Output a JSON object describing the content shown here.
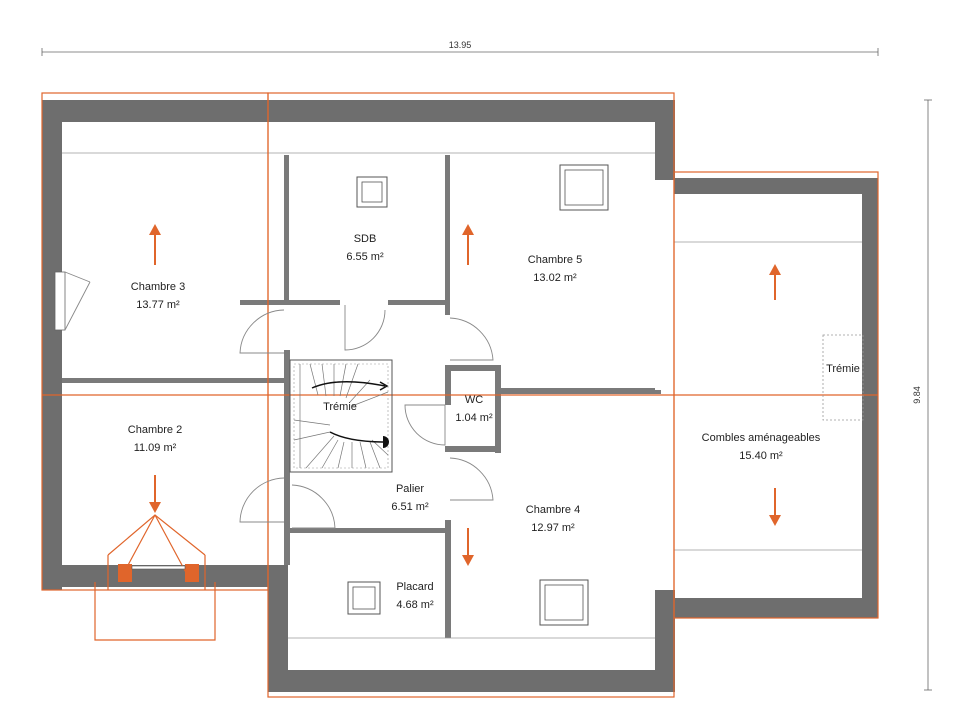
{
  "dimensions": {
    "width_label": "13.95",
    "height_label": "9.84"
  },
  "rooms": [
    {
      "id": "sdb",
      "name": "SDB",
      "area": "6.55 m²"
    },
    {
      "id": "chambre5",
      "name": "Chambre 5",
      "area": "13.02 m²"
    },
    {
      "id": "chambre3",
      "name": "Chambre 3",
      "area": "13.77 m²"
    },
    {
      "id": "chambre2",
      "name": "Chambre 2",
      "area": "11.09 m²"
    },
    {
      "id": "wc",
      "name": "WC",
      "area": "1.04 m²"
    },
    {
      "id": "palier",
      "name": "Palier",
      "area": "6.51 m²"
    },
    {
      "id": "chambre4",
      "name": "Chambre 4",
      "area": "12.97 m²"
    },
    {
      "id": "placard",
      "name": "Placard",
      "area": "4.68 m²"
    },
    {
      "id": "combles",
      "name": "Combles aménageables",
      "area": "15.40 m²"
    }
  ],
  "tremie_labels": [
    "Trémie",
    "Trémie"
  ],
  "colors": {
    "wall": "#6e6e6e",
    "accent": "#e0652b"
  }
}
